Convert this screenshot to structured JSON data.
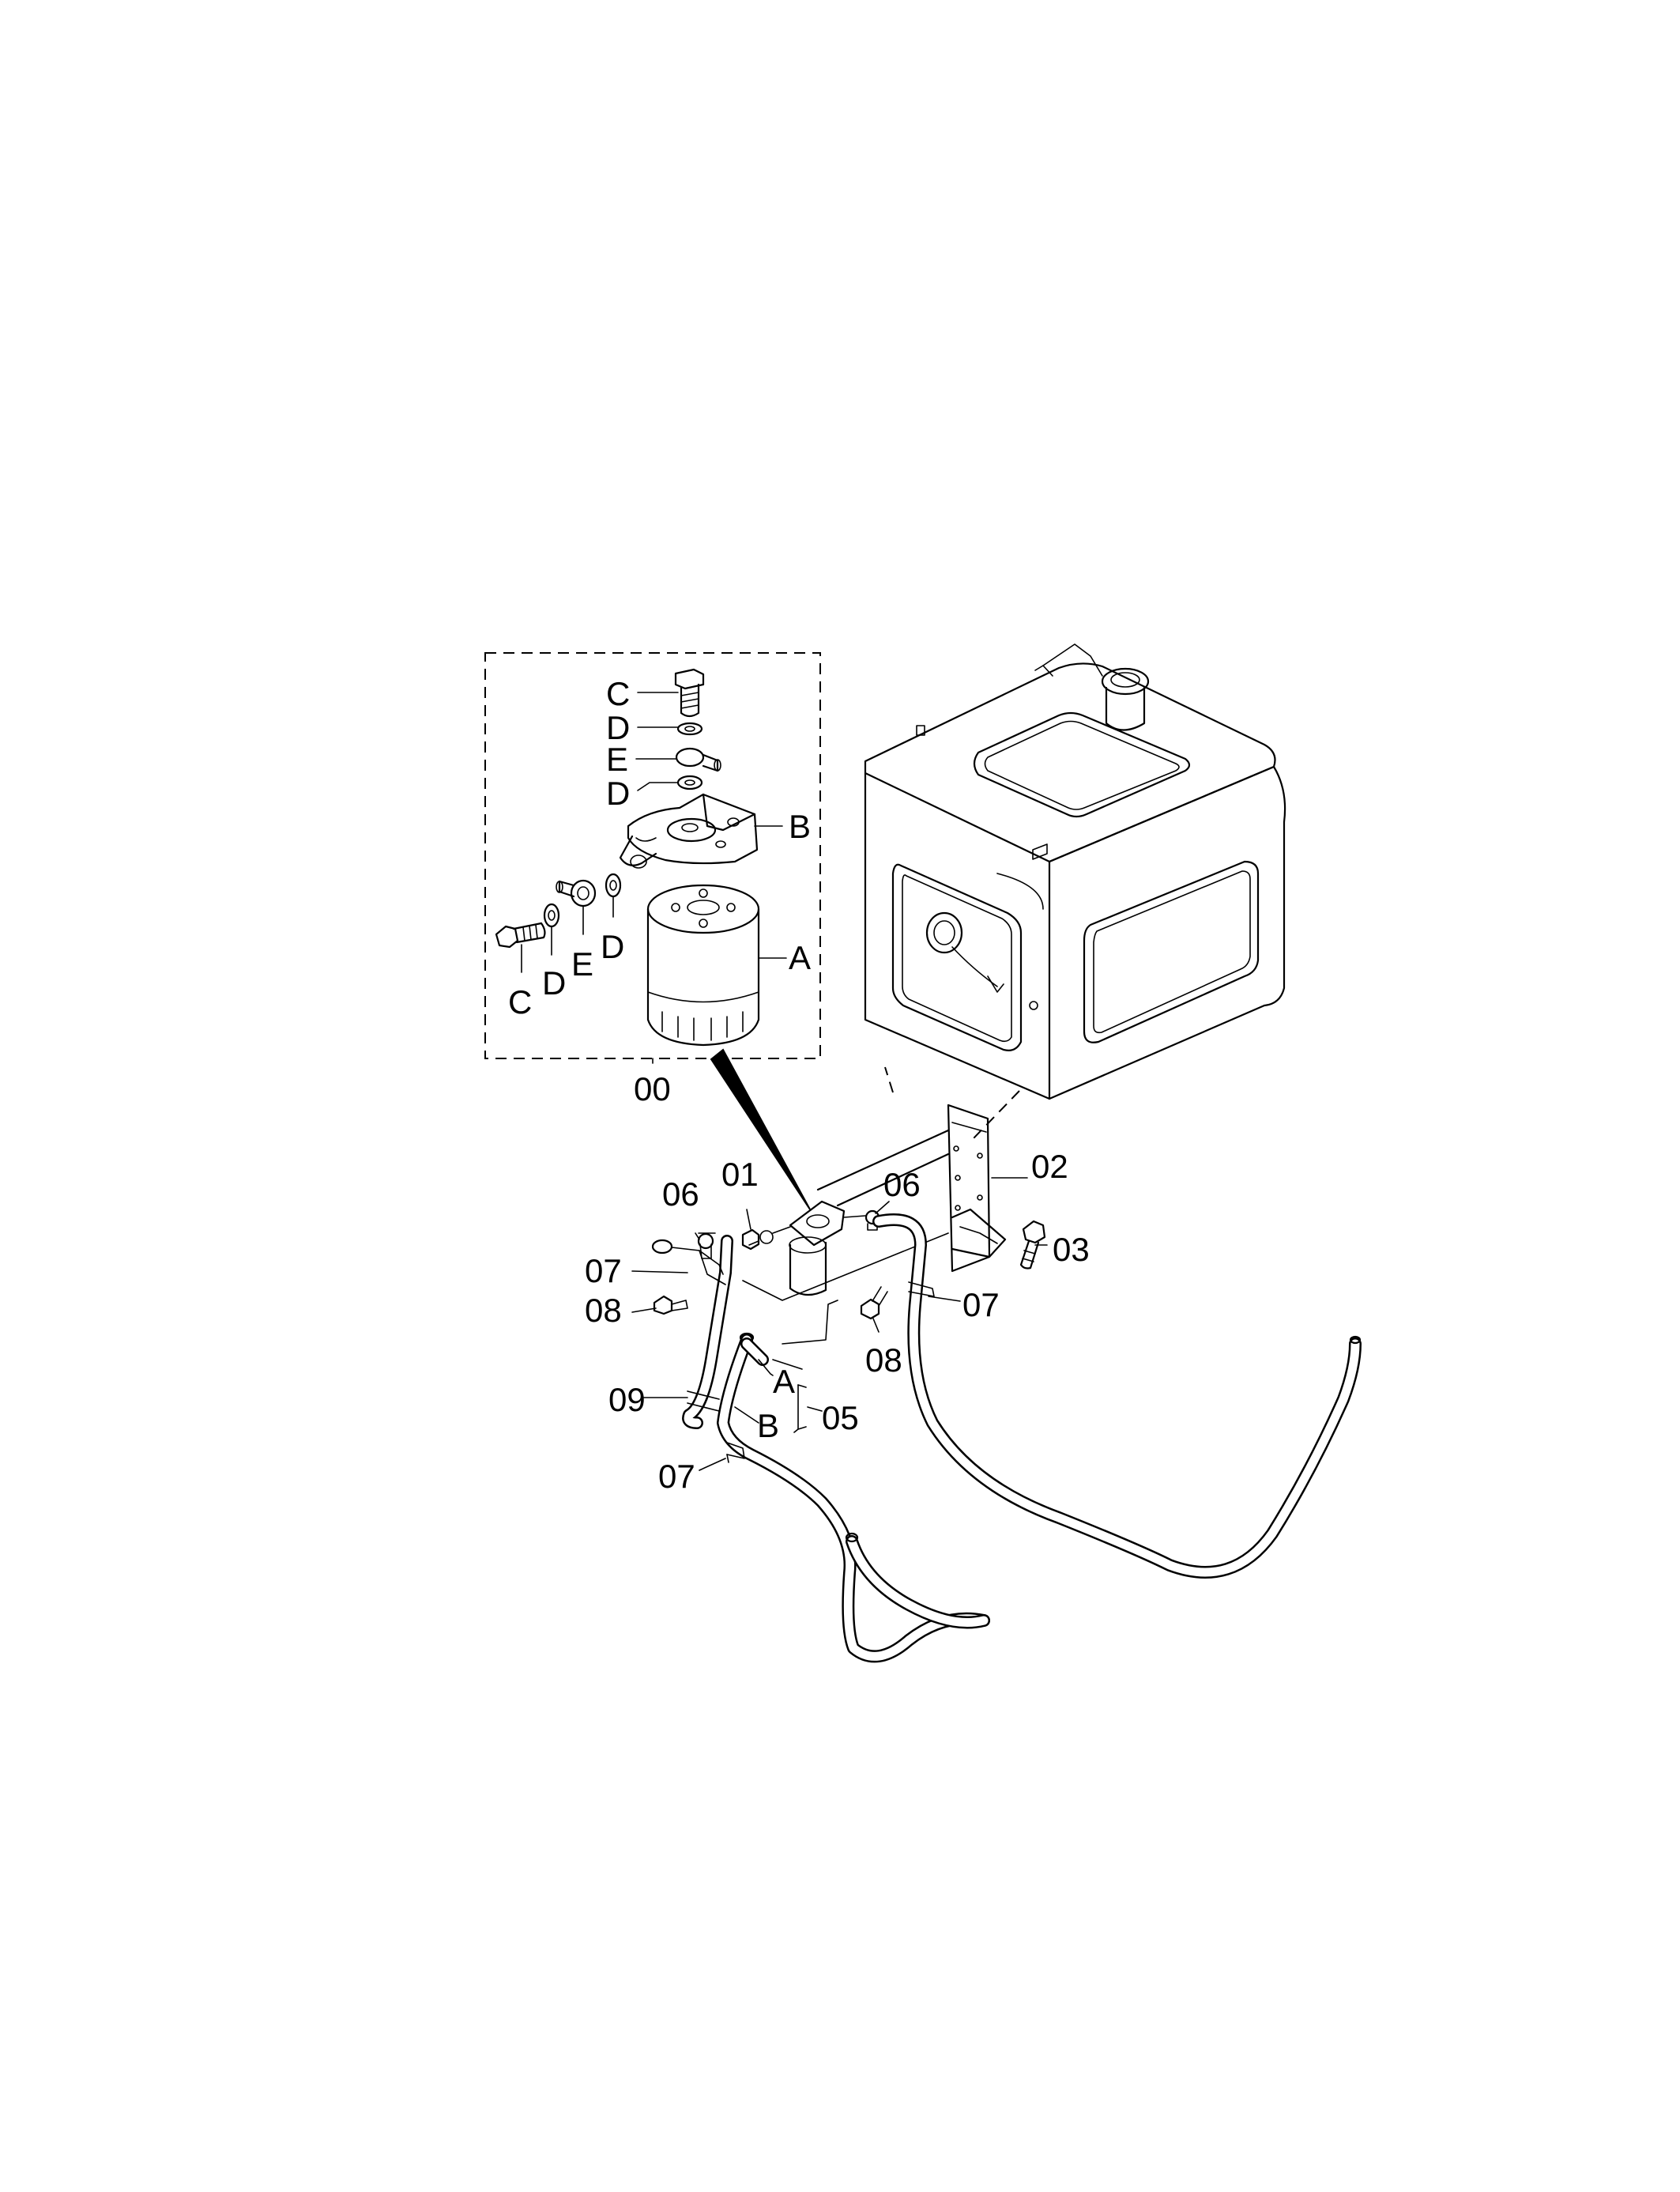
{
  "callouts": {
    "c_top": "C",
    "d_top1": "D",
    "e_top": "E",
    "d_top2": "D",
    "b_head": "B",
    "a_element": "A",
    "c_left": "C",
    "d_left1": "D",
    "e_left": "E",
    "d_left2": "D",
    "p00": "00",
    "p01": "01",
    "p02": "02",
    "p03": "03",
    "p05": "05",
    "p06_left": "06",
    "p06_right": "06",
    "p07_left": "07",
    "p07_right": "07",
    "p07_bottom": "07",
    "p08_left": "08",
    "p08_mid": "08",
    "p09": "09",
    "a_hose": "A",
    "b_hose": "B"
  }
}
